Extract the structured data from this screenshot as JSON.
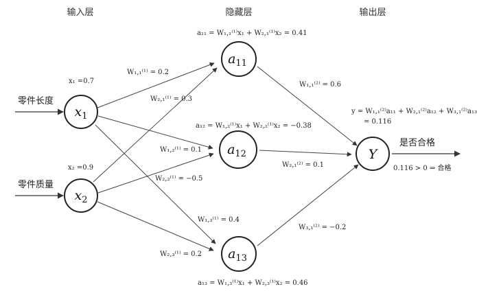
{
  "layers": {
    "input": "输入层",
    "hidden": "隐藏层",
    "output": "输出层"
  },
  "inputs": {
    "x1": {
      "name": "x",
      "sub": "1",
      "feature": "零件长度",
      "value_text": "x₁ =0.7"
    },
    "x2": {
      "name": "x",
      "sub": "2",
      "feature": "零件质量",
      "value_text": "x₂ =0.9"
    }
  },
  "hidden": {
    "a11": {
      "name": "a",
      "sub": "11",
      "equation": "a₁₁ = W₁,₁⁽¹⁾x₁ + W₂,₁⁽¹⁾x₂ = 0.41"
    },
    "a12": {
      "name": "a",
      "sub": "12",
      "equation": "a₁₂ = W₁,₂⁽¹⁾x₁ + W₂,₂⁽¹⁾x₂ = −0.38"
    },
    "a13": {
      "name": "a",
      "sub": "13",
      "equation": "a₁₃ = W₁,₃⁽¹⁾x₁ + W₂,₃⁽¹⁾x₂ = 0.46"
    }
  },
  "output": {
    "name": "Y",
    "equation_line1": "y = W₁,₁⁽²⁾a₁₁ + W₂,₁⁽²⁾a₁₂ + W₃,₁⁽²⁾a₁₃",
    "equation_line2": "= 0.116",
    "decision_label": "是否合格",
    "decision_result": "0.116 > 0 ⇒ 合格"
  },
  "weights_layer1": {
    "w11": "W₁,₁⁽¹⁾ = 0.2",
    "w21": "W₂,₁⁽¹⁾ = 0.3",
    "w12": "W₁,₂⁽¹⁾ = 0.1",
    "w22": "W₂,₂⁽¹⁾ = −0.5",
    "w13": "W₁,₃⁽¹⁾ = 0.4",
    "w23": "W₂,₃⁽¹⁾ = 0.2"
  },
  "weights_layer2": {
    "w11": "W₁,₁⁽²⁾ = 0.6",
    "w21": "W₂,₁⁽²⁾ = 0.1",
    "w31": "W₃,₁⁽²⁾ = −0.2"
  }
}
